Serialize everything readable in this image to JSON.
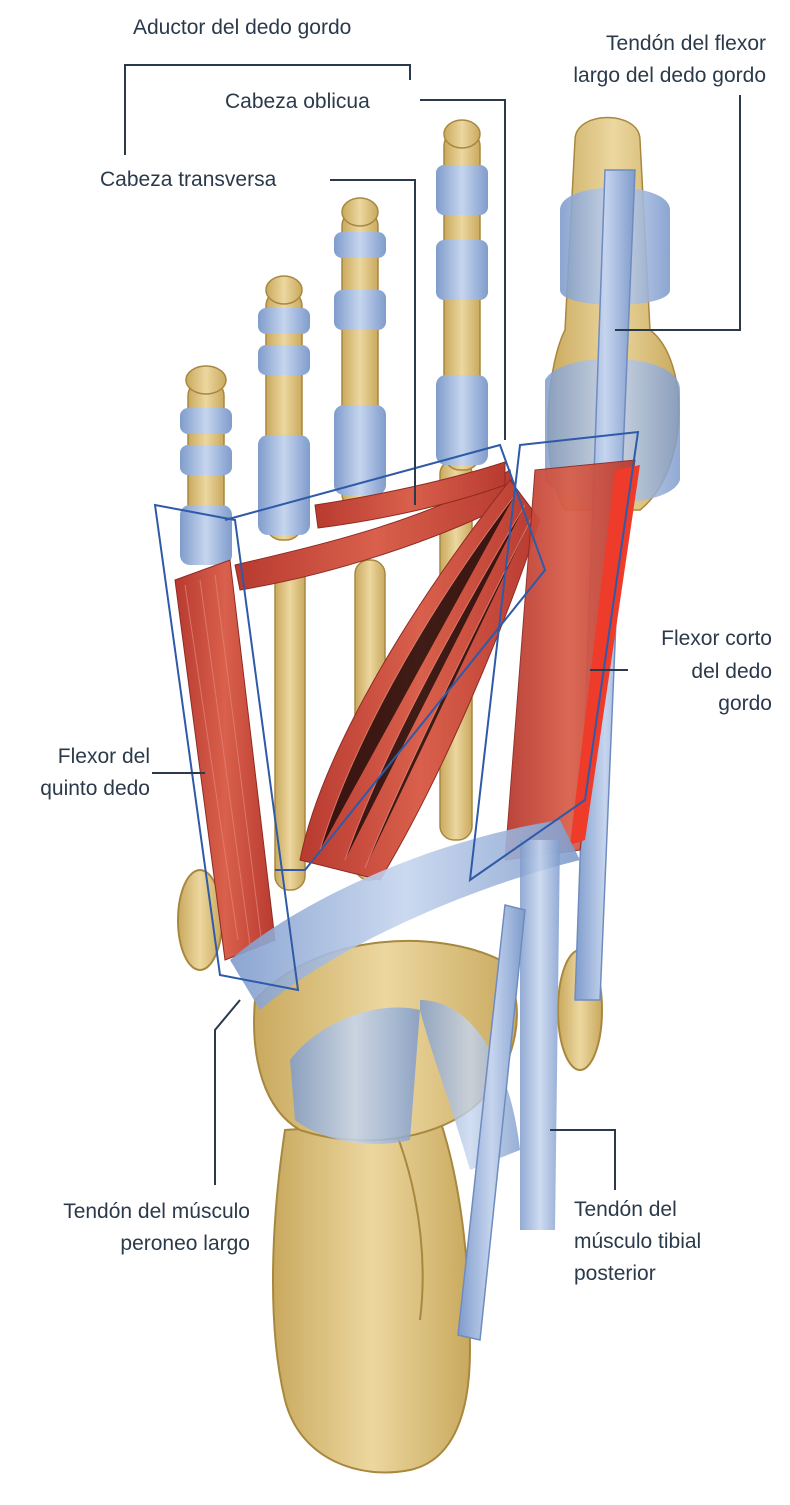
{
  "labels": {
    "aductor": "Aductor del dedo gordo",
    "cabeza_oblicua": "Cabeza oblicua",
    "cabeza_transversa": "Cabeza transversa",
    "tendon_flexor_largo_1": "Tendón del flexor",
    "tendon_flexor_largo_2": "largo del dedo gordo",
    "flexor_corto_1": "Flexor corto",
    "flexor_corto_2": "del dedo",
    "flexor_corto_3": "gordo",
    "flexor_quinto_1": "Flexor del",
    "flexor_quinto_2": "quinto dedo",
    "peroneo_1": "Tendón del músculo",
    "peroneo_2": "peroneo largo",
    "tibial_1": "Tendón del",
    "tibial_2": "músculo tibial",
    "tibial_3": "posterior"
  },
  "colors": {
    "bone": "#e2c98a",
    "bone_shade": "#c9a95e",
    "ligament": "#9fb6dc",
    "ligament_dark": "#6f8cc0",
    "muscle": "#c8453a",
    "muscle_light": "#e06a55",
    "outline": "#2f5aa8",
    "text": "#2b3a4a"
  }
}
